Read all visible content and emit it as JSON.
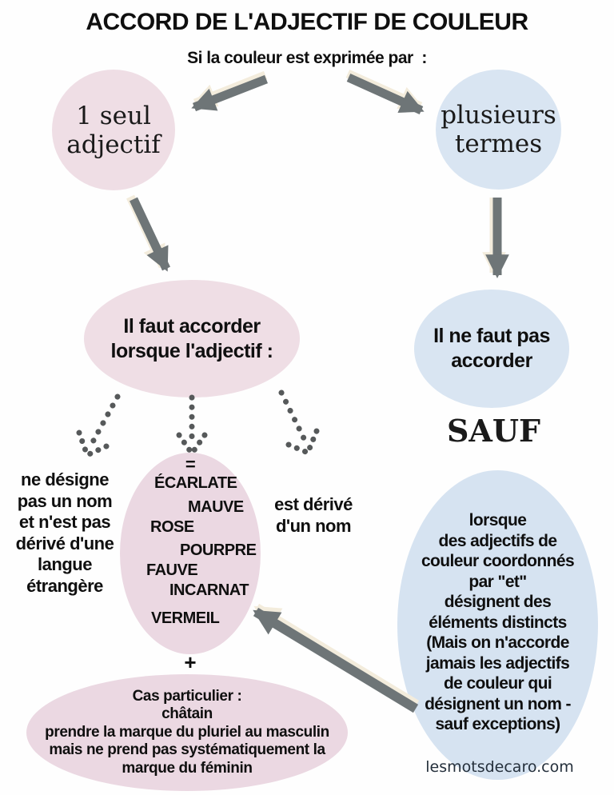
{
  "title": "ACCORD DE L'ADJECTIF DE COULEUR",
  "subtitle": "Si la couleur est exprimée par  :",
  "flow": {
    "single_adjective": "1 seul\nadjectif",
    "multiple_terms": "plusieurs\ntermes",
    "must_agree": "Il faut accorder\nlorsque l'adjectif :",
    "must_not_agree": "Il ne faut pas\naccorder",
    "except_label": "SAUF",
    "condition_not_noun": "ne désigne\npas un nom\net n'est pas\ndérivé d'une\nlangue\nétrangère",
    "condition_derived": "est dérivé\nd'un nom",
    "equals_sign": "=",
    "color_words": [
      "ÉCARLATE",
      "MAUVE",
      "ROSE",
      "POURPRE",
      "FAUVE",
      "INCARNAT",
      "VERMEIL"
    ],
    "plus_sign": "+",
    "special_case": "Cas particulier :\nchâtain\nprendre la marque du pluriel au masculin\nmais ne prend pas systématiquement la\nmarque du féminin",
    "exception_detail": "lorsque\ndes adjectifs de\ncouleur coordonnés\npar \"et\"\ndésignent des\néléments distincts\n(Mais on n'accorde\njamais les adjectifs\nde couleur qui\ndésignent un nom -\nsauf exceptions)"
  },
  "watermark": "lesmotsdecaro.com",
  "colors": {
    "pink_light": "#efdee5",
    "pink_deep": "#ebd8e2",
    "blue_light": "#d9e5f2",
    "blue_big": "#d6e3f1",
    "arrow_gray": "#6e7577",
    "arrow_halo": "#f3ecdc",
    "dot_gray": "#56595a",
    "text": "#0f0f0f"
  }
}
